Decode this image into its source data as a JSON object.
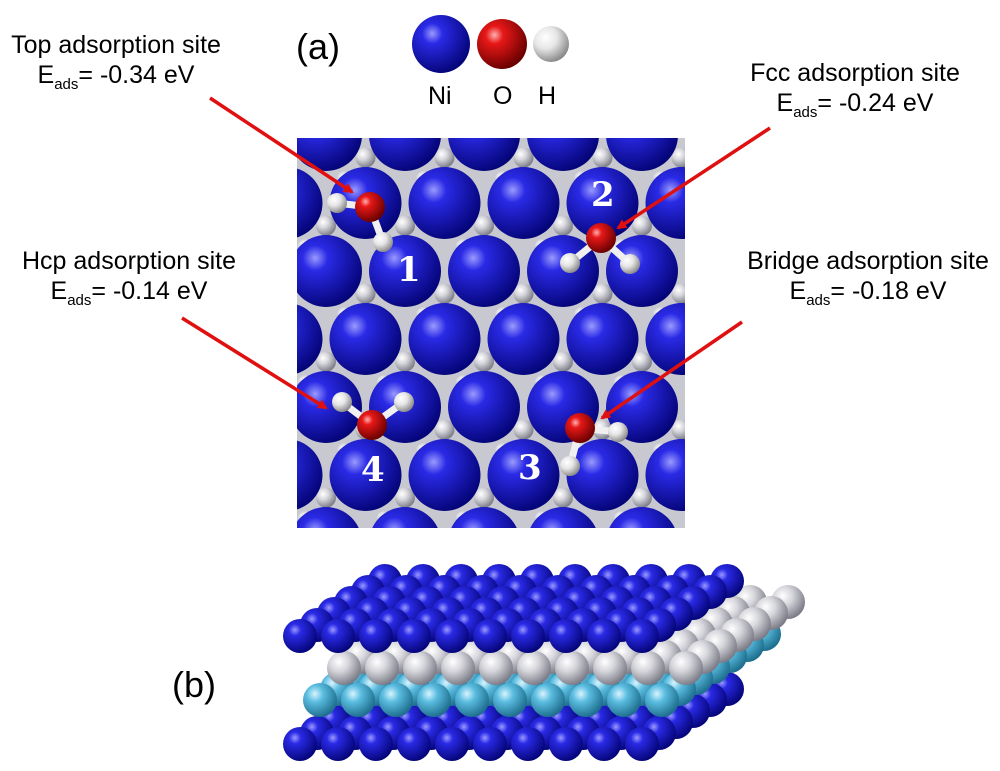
{
  "panel_a": {
    "tag": "(a)"
  },
  "panel_b": {
    "tag": "(b)"
  },
  "legend": [
    {
      "symbol": "Ni",
      "color": "#1010c8"
    },
    {
      "symbol": "O",
      "color": "#e01010"
    },
    {
      "symbol": "H",
      "color": "#e8e8e8"
    }
  ],
  "sites": [
    {
      "title": "Top adsorption site",
      "e_main": "E",
      "e_sub": "ads",
      "e_value": "= -0.34 eV"
    },
    {
      "title": "Fcc adsorption site",
      "e_main": "E",
      "e_sub": "ads",
      "e_value": "= -0.24 eV"
    },
    {
      "title": "Hcp adsorption site",
      "e_main": "E",
      "e_sub": "ads",
      "e_value": "= -0.14 eV"
    },
    {
      "title": "Bridge adsorption site",
      "e_main": "E",
      "e_sub": "ads",
      "e_value": "= -0.18 eV"
    }
  ],
  "site_numbers": [
    "1",
    "2",
    "3",
    "4"
  ],
  "colors": {
    "arrow": "#e01010",
    "subsurface_1": "#5bbde0",
    "subsurface_2": "#d0d0d8"
  }
}
